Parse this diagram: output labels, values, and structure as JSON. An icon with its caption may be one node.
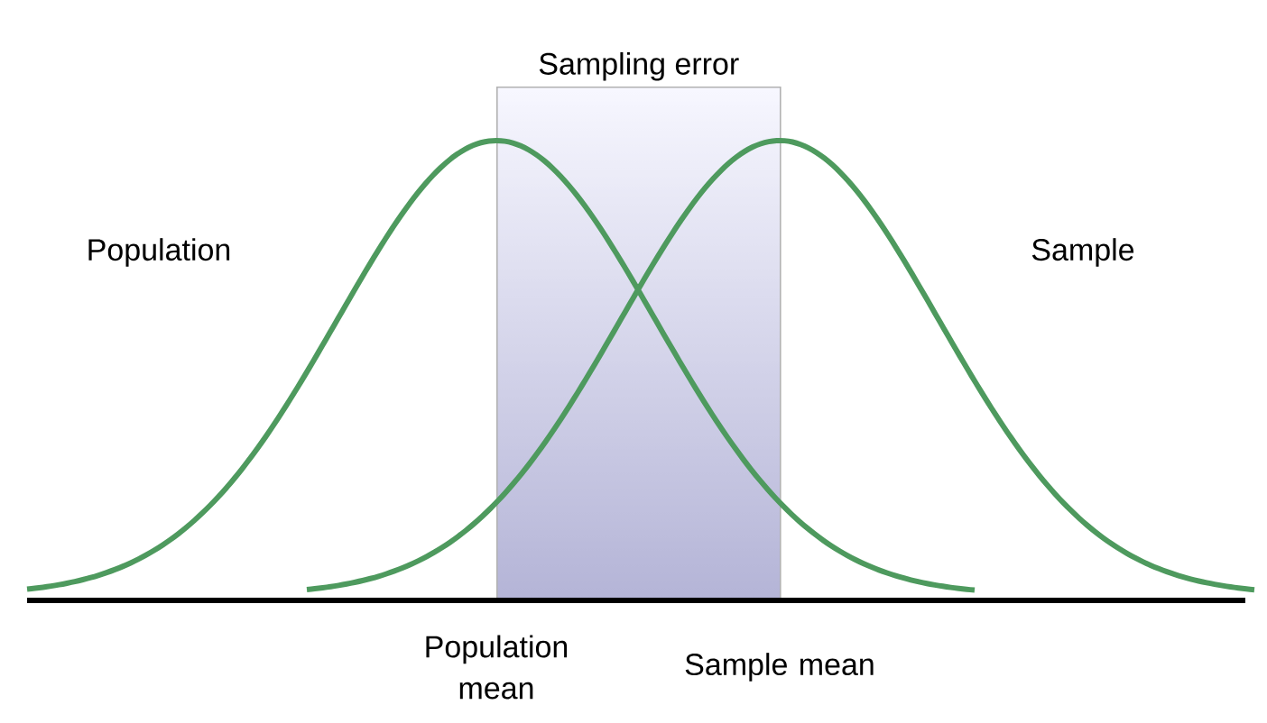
{
  "diagram": {
    "nodes": [
      {
        "text": [
          "Sampling error"
        ]
      }
    ],
    "labels": [
      "Population",
      "Sample",
      "Population mean",
      "Sample mean"
    ]
  }
}
